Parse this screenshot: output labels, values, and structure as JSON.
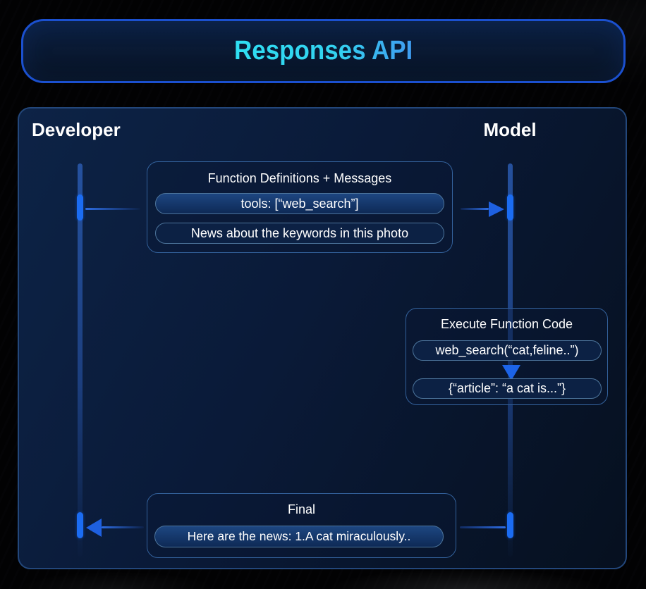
{
  "title": {
    "text": "Responses API"
  },
  "actors": {
    "developer": "Developer",
    "model": "Model"
  },
  "colors": {
    "accent_blue": "#1e63e8",
    "title_cyan": "#31e2f2",
    "panel_navy": "#0a1a38",
    "activation_blue": "#1b6cf2"
  },
  "boxes": {
    "function": {
      "title": "Function Definitions + Messages",
      "pills": [
        "tools: [“web_search”]",
        "News about the keywords in this photo"
      ]
    },
    "execute": {
      "title": "Execute Function Code",
      "pills": [
        "web_search(“cat,feline..”)",
        "{“article”: “a cat is...”}"
      ]
    },
    "final": {
      "title": "Final",
      "pills": [
        "Here are the news: 1.A cat miraculously.."
      ]
    }
  }
}
